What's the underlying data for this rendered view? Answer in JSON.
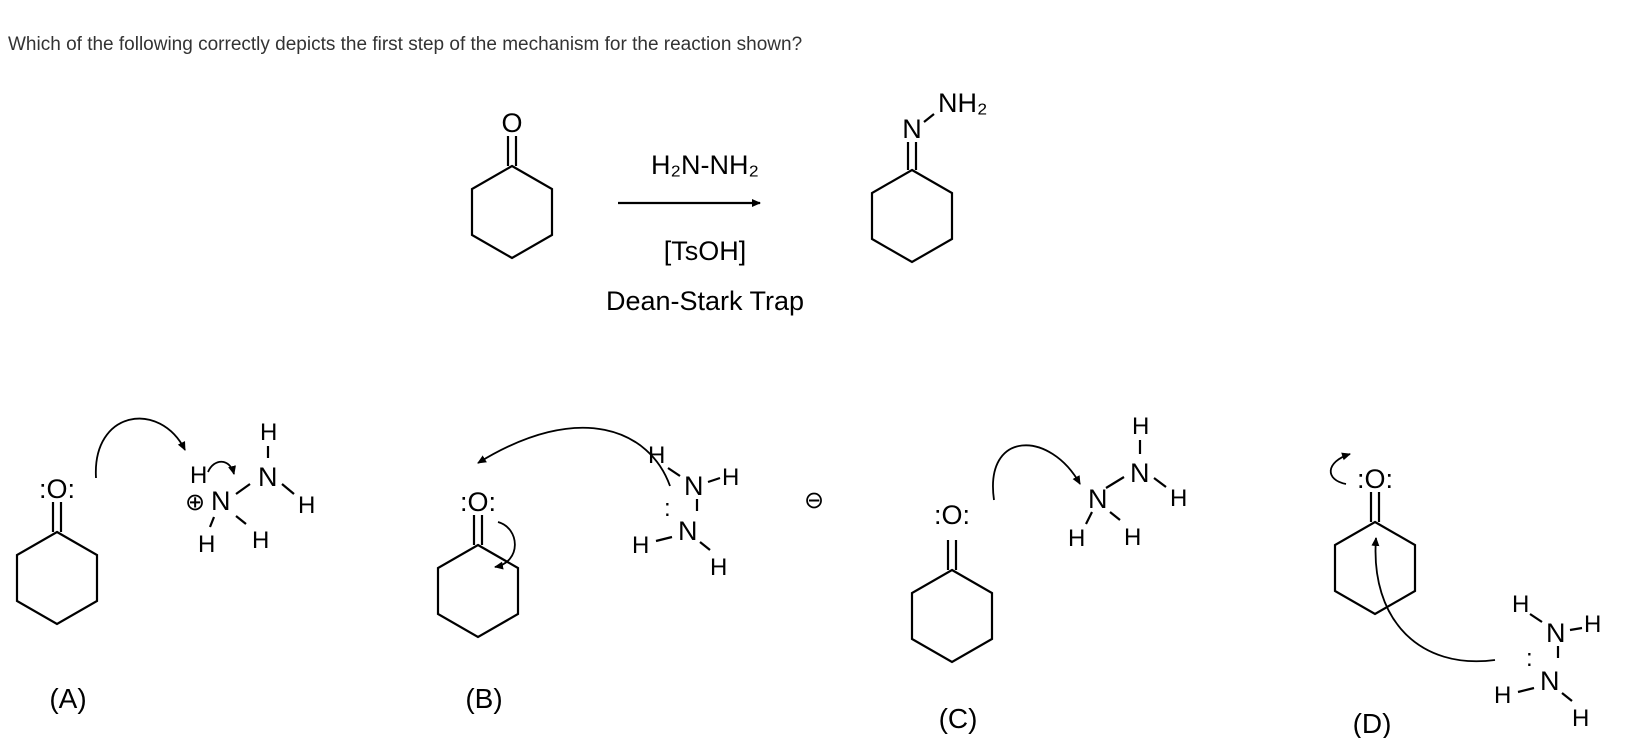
{
  "question": "Which of the following correctly depicts the first step of the mechanism for the reaction shown?",
  "reaction": {
    "reagent_line1": "H₂N-NH₂",
    "reagent_line2": "[TsOH]",
    "reagent_line3": "Dean-Stark Trap",
    "reactant_o": "O",
    "product_n": "N",
    "product_nh2": "NH₂"
  },
  "options": [
    {
      "label": "(A)"
    },
    {
      "label": "(B)"
    },
    {
      "label": "(C)"
    },
    {
      "label": "(D)"
    }
  ],
  "atoms": {
    "o_lone": ":O:",
    "n": "N",
    "h": "H",
    "plus": "⊕",
    "minus": "⊖",
    "lp": ":"
  }
}
